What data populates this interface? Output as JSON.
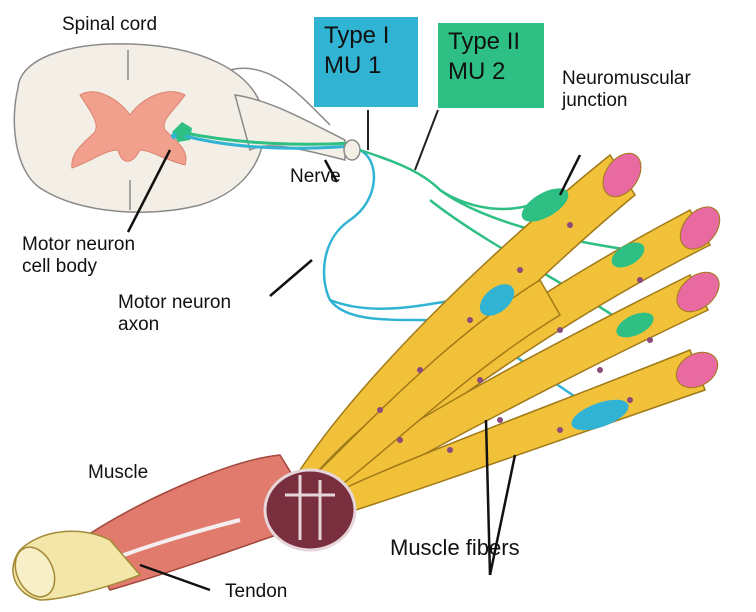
{
  "colors": {
    "type1": "#31b3d3",
    "type2": "#2ebf84",
    "muscle_fiber": "#f2c13a",
    "gray_matter": "#f2a08e",
    "muscle": "#e07b6e",
    "tendon": "#f2e6a9"
  },
  "labels": {
    "spinal_cord": "Spinal cord",
    "type1_mu": [
      "Type I",
      "MU 1"
    ],
    "type2_mu": [
      "Type II",
      "MU 2"
    ],
    "neuromuscular_junction": [
      "Neuromuscular",
      "junction"
    ],
    "nerve": "Nerve",
    "motor_neuron_cell_body": [
      "Motor neuron",
      "cell body"
    ],
    "motor_neuron_axon": [
      "Motor neuron",
      "axon"
    ],
    "muscle": "Muscle",
    "muscle_fibers": "Muscle fibers",
    "tendon": "Tendon"
  }
}
